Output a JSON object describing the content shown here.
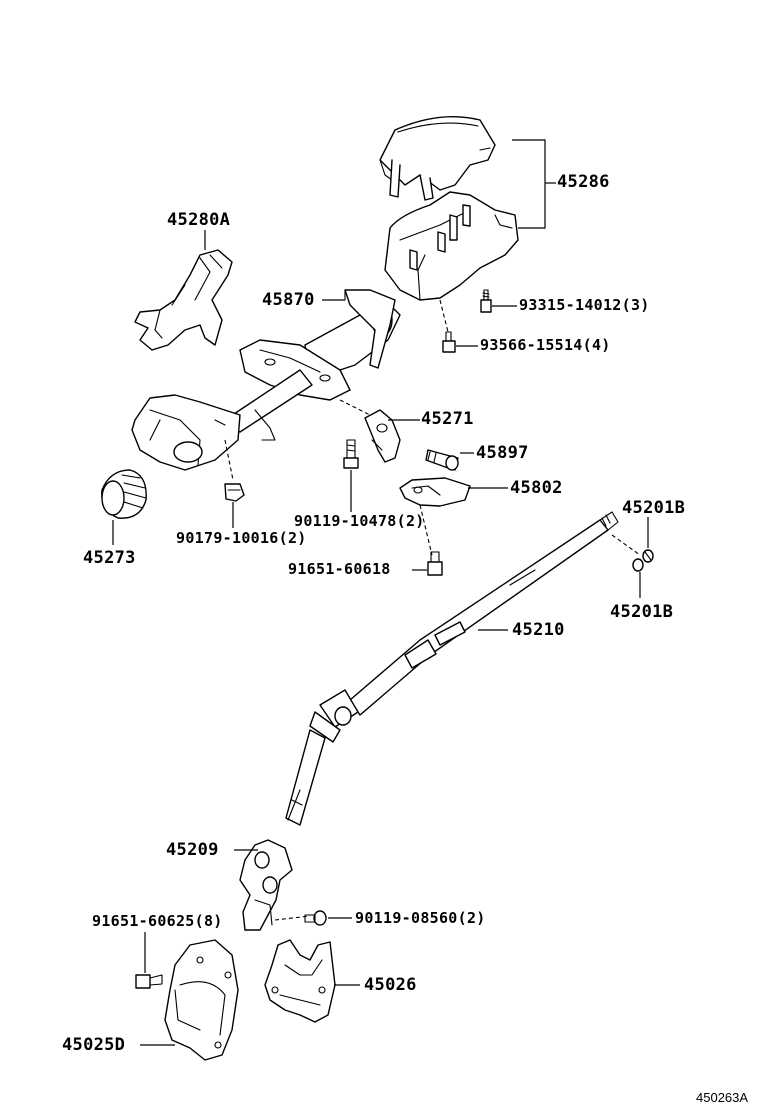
{
  "callouts": {
    "c45286": "45286",
    "c45280A": "45280A",
    "c45870": "45870",
    "c93315": "93315-14012(3)",
    "c93566": "93566-15514(4)",
    "c45271": "45271",
    "c45897": "45897",
    "c45802": "45802",
    "c90119_10478": "90119-10478(2)",
    "c90179": "90179-10016(2)",
    "c45273": "45273",
    "c91651_60618": "91651-60618",
    "c45201B_top": "45201B",
    "c45201B_bottom": "45201B",
    "c45210": "45210",
    "c45209": "45209",
    "c91651_60625": "91651-60625(8)",
    "c90119_08560": "90119-08560(2)",
    "c45026": "45026",
    "c45025D": "45025D"
  },
  "figure_ref": "450263A"
}
